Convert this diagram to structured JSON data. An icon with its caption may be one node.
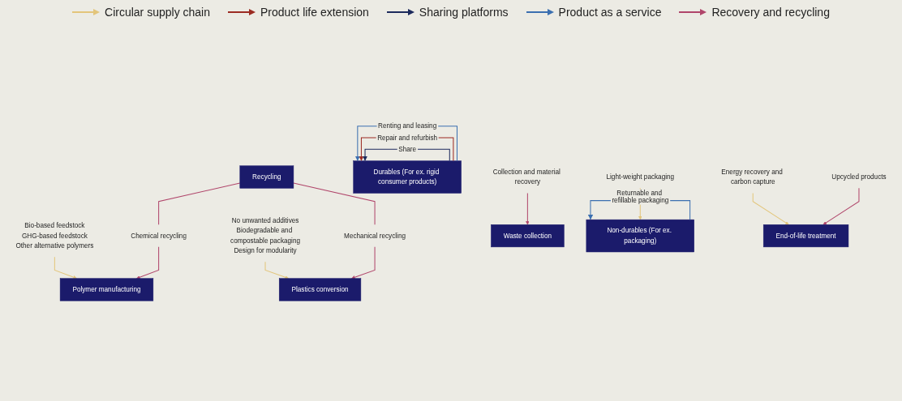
{
  "diagram": {
    "nodes": [
      {
        "text": [
          "Bio-based feedstock",
          "GHG-based feedstock",
          "Other alternative polymers"
        ]
      },
      {
        "text": [
          "No unwanted additives",
          "Biodegradable and compostable packaging",
          "Design for modularity"
        ]
      },
      {
        "text": [
          "Collection and material recovery"
        ]
      },
      {
        "text": [
          "Polymer manufacturing"
        ]
      },
      {
        "text": [
          "Plastics conversion"
        ]
      },
      {
        "text": [
          "Durables (For ex. rigid consumer products)"
        ]
      },
      {
        "text": [
          "Waste collection"
        ]
      },
      {
        "text": [
          "Recycling"
        ]
      },
      {
        "text": [
          "Non-durables (For ex. packaging)"
        ]
      },
      {
        "text": [
          "End-of-life treatment"
        ]
      },
      {
        "text": [
          "Chemical recycling"
        ]
      },
      {
        "text": [
          "Mechanical recycling"
        ]
      },
      {
        "text": [
          "Light-weight packaging"
        ]
      },
      {
        "text": [
          "Energy recovery and carbon capture"
        ]
      },
      {
        "text": [
          "Upcycled products"
        ]
      }
    ],
    "edges": [
      {
        "from": 0,
        "to": 3,
        "arrow": "to",
        "color": "#e3c57a"
      },
      {
        "from": 1,
        "to": 4,
        "arrow": "to",
        "color": "#e3c57a"
      },
      {
        "from": 5,
        "to": 5,
        "arrow": "to",
        "label": "Renting and leasing",
        "color": "#3b6fb0"
      },
      {
        "from": 5,
        "to": 5,
        "arrow": "to",
        "label": "Repair and refurbish",
        "color": "#9b2b22"
      },
      {
        "from": 5,
        "to": 5,
        "arrow": "to",
        "label": "Share",
        "color": "#1c2a5c"
      },
      {
        "from": 8,
        "to": 8,
        "arrow": "to",
        "label": "Returnable and refillable packaging",
        "color": "#3b6fb0"
      },
      {
        "from": 12,
        "to": 8,
        "arrow": "to",
        "color": "#e3c57a"
      },
      {
        "from": 2,
        "to": 6,
        "arrow": "to"
      },
      {
        "from": 13,
        "to": 9,
        "arrow": "to",
        "color": "#e3c57a"
      },
      {
        "from": 14,
        "to": 9,
        "arrow": "to"
      },
      {
        "from": 7,
        "to": 10,
        "arrow": "none"
      },
      {
        "from": 7,
        "to": 11,
        "arrow": "none"
      },
      {
        "from": 10,
        "to": 3,
        "arrow": "to"
      },
      {
        "from": 11,
        "to": 4,
        "arrow": "to"
      }
    ],
    "legend": [
      {
        "text": "Circular supply chain",
        "color": "#e3c57a"
      },
      {
        "text": "Product life extension",
        "color": "#9b2b22"
      },
      {
        "text": "Sharing platforms",
        "color": "#1c2a5c"
      },
      {
        "text": "Product as a service",
        "color": "#3b6fb0"
      },
      {
        "text": "Recovery and recycling",
        "color": "#b0456a"
      }
    ]
  }
}
